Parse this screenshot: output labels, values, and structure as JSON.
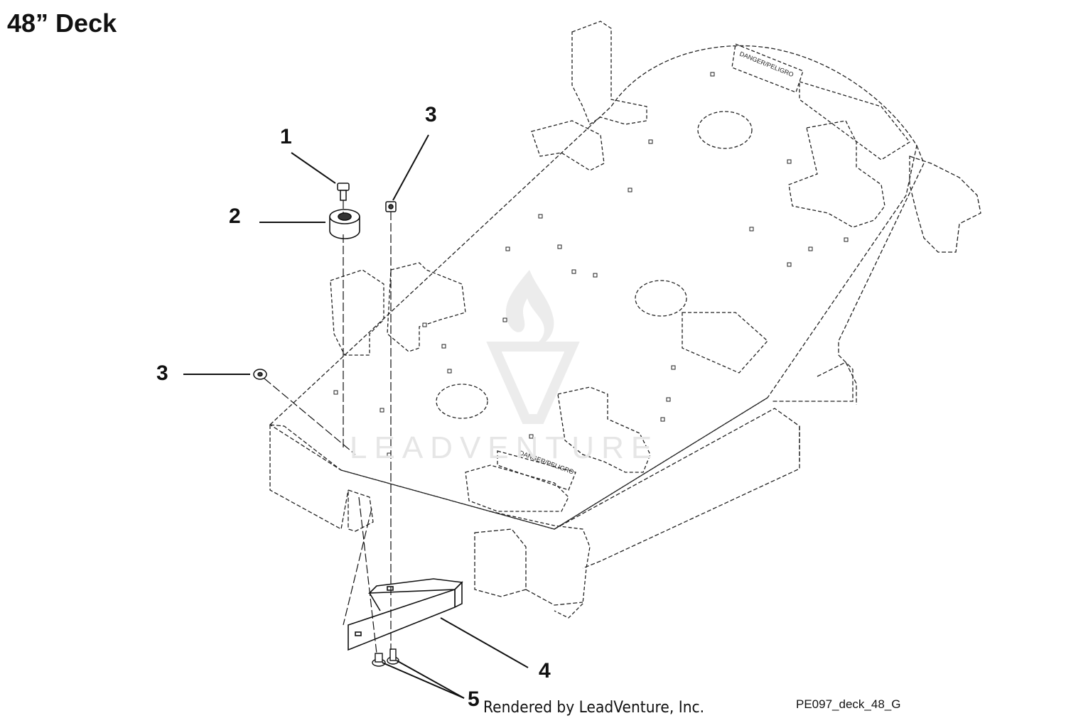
{
  "title": "48” Deck",
  "callouts": {
    "c1": "1",
    "c2": "2",
    "c3_upper": "3",
    "c3_left": "3",
    "c4": "4",
    "c5": "5"
  },
  "decal_text": "DANGER/PELIGRO",
  "watermark": "LEADVENTURE",
  "footer": {
    "rendered_by": "Rendered by LeadVenture, Inc.",
    "drawing_code": "PE097_deck_48_G"
  }
}
